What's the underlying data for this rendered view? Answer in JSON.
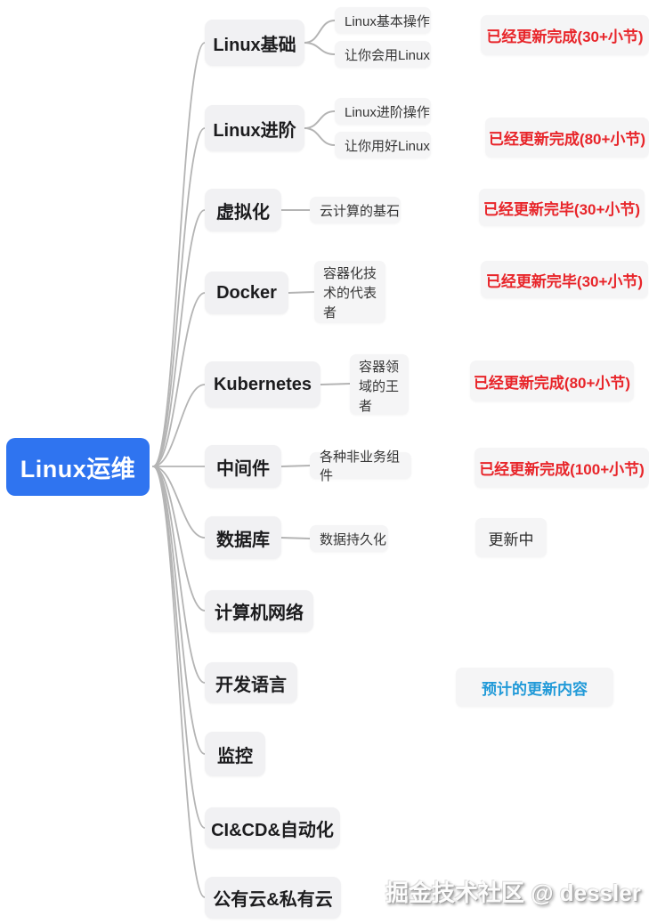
{
  "root_label": "Linux运维",
  "branches": [
    {
      "label": "Linux基础",
      "children": [
        "Linux基本操作",
        "让你会用Linux"
      ]
    },
    {
      "label": "Linux进阶",
      "children": [
        "Linux进阶操作",
        "让你用好Linux"
      ]
    },
    {
      "label": "虚拟化",
      "children": [
        "云计算的基石"
      ]
    },
    {
      "label": "Docker",
      "children": [
        "容器化技术的代表者"
      ]
    },
    {
      "label": "Kubernetes",
      "children": [
        "容器领域的王者"
      ]
    },
    {
      "label": "中间件",
      "children": [
        "各种非业务组件"
      ]
    },
    {
      "label": "数据库",
      "children": [
        "数据持久化"
      ]
    },
    {
      "label": "计算机网络",
      "children": []
    },
    {
      "label": "开发语言",
      "children": []
    },
    {
      "label": "监控",
      "children": []
    },
    {
      "label": "CI&CD&自动化",
      "children": []
    },
    {
      "label": "公有云&私有云",
      "children": []
    }
  ],
  "statuses": [
    {
      "text": "已经更新完成(30+小节)",
      "color": "red",
      "for": "Linux基础"
    },
    {
      "text": "已经更新完成(80+小节)",
      "color": "red",
      "for": "Linux进阶"
    },
    {
      "text": "已经更新完毕(30+小节)",
      "color": "red",
      "for": "虚拟化"
    },
    {
      "text": "已经更新完毕(30+小节)",
      "color": "red",
      "for": "Docker"
    },
    {
      "text": "已经更新完成(80+小节)",
      "color": "red",
      "for": "Kubernetes"
    },
    {
      "text": "已经更新完成(100+小节)",
      "color": "red",
      "for": "中间件"
    },
    {
      "text": "更新中",
      "color": "dark",
      "for": "数据库"
    },
    {
      "text": "预计的更新内容",
      "color": "blue",
      "for": "开发语言"
    }
  ],
  "watermark": "掘金技术社区 @ dessler",
  "colors": {
    "root_bg": "#2f74f0",
    "root_text": "#ffffff",
    "node_bg": "#f1f1f3",
    "child_bg": "#f5f5f6",
    "status_red": "#e8252a",
    "status_blue": "#219ad8",
    "status_dark": "#2d2d2d",
    "connector_line": "#b4b4b4"
  }
}
